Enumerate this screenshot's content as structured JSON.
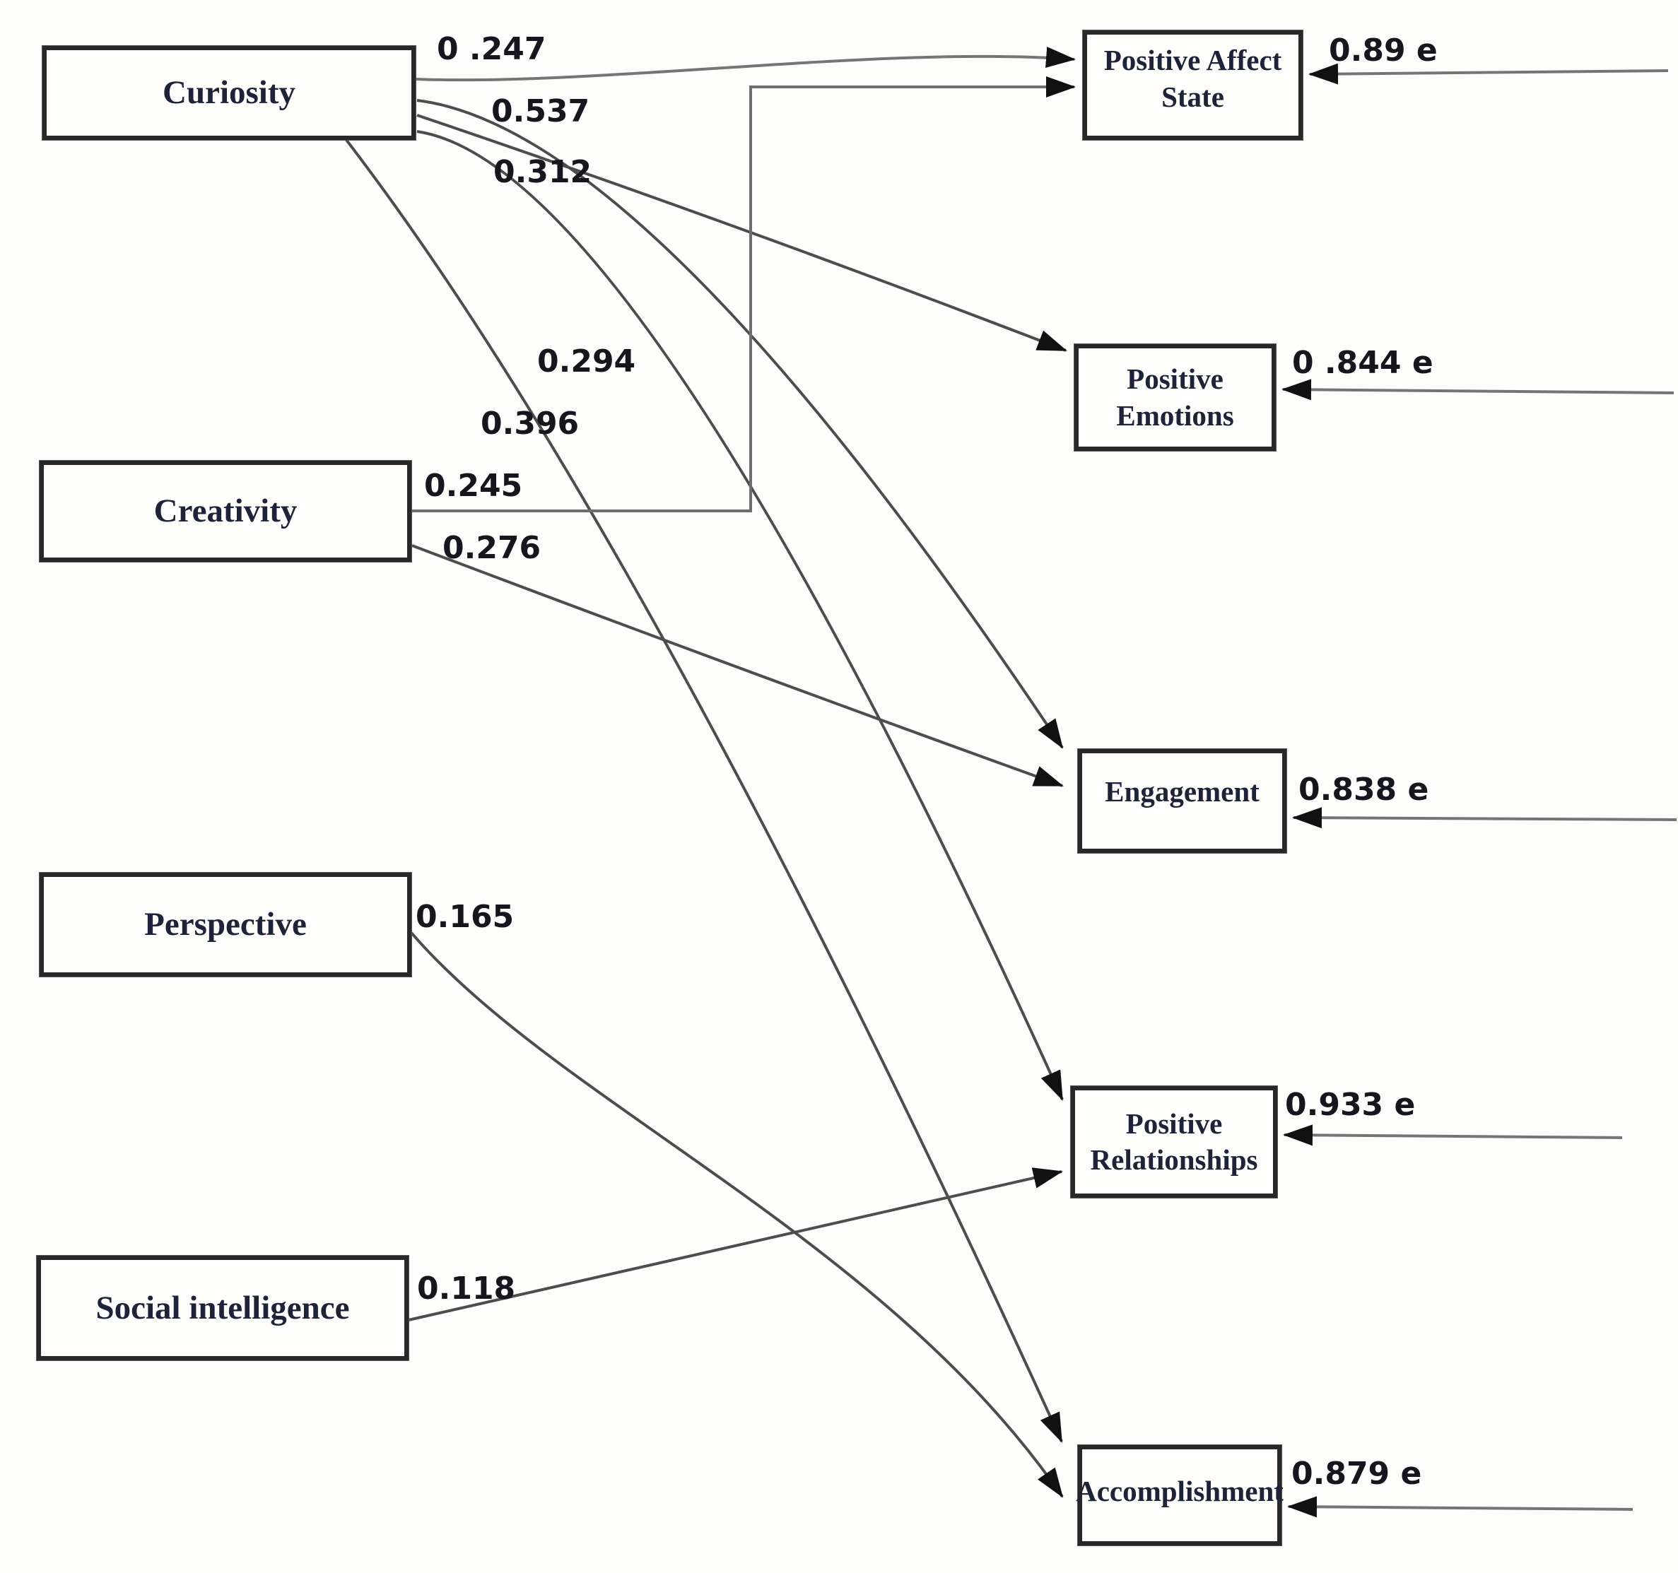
{
  "diagram": {
    "type": "path-analysis",
    "predictors": [
      {
        "label": "Curiosity"
      },
      {
        "label": "Creativity"
      },
      {
        "label": "Perspective"
      },
      {
        "label": "Social intelligence"
      }
    ],
    "outcomes": [
      {
        "label": "Positive Affect State",
        "error_label": "0.89 e",
        "error_value": 0.89
      },
      {
        "label": "Positive Emotions",
        "error_label": "0 .844 e",
        "error_value": 0.844
      },
      {
        "label": "Engagement",
        "error_label": "0.838 e",
        "error_value": 0.838
      },
      {
        "label": "Positive Relationships",
        "error_label": "0.933 e",
        "error_value": 0.933
      },
      {
        "label": "Accomplishment",
        "error_label": "0.879 e",
        "error_value": 0.879
      }
    ],
    "paths": [
      {
        "from": "Curiosity",
        "to": "Positive Affect State",
        "coefficient": "0 .247",
        "value": 0.247
      },
      {
        "from": "Curiosity",
        "to": "Engagement",
        "coefficient": "0.537",
        "value": 0.537
      },
      {
        "from": "Curiosity",
        "to": "Positive Emotions",
        "coefficient": "0.312",
        "value": 0.312
      },
      {
        "from": "Curiosity",
        "to": "Positive Relationships",
        "coefficient": "0.294",
        "value": 0.294
      },
      {
        "from": "Curiosity",
        "to": "Accomplishment",
        "coefficient": "0.396",
        "value": 0.396
      },
      {
        "from": "Creativity",
        "to": "Positive Affect State",
        "coefficient": "0.245",
        "value": 0.245
      },
      {
        "from": "Creativity",
        "to": "Engagement",
        "coefficient": "0.276",
        "value": 0.276
      },
      {
        "from": "Perspective",
        "to": "Accomplishment",
        "coefficient": "0.165",
        "value": 0.165
      },
      {
        "from": "Social intelligence",
        "to": "Positive Relationships",
        "coefficient": "0.118",
        "value": 0.118
      }
    ],
    "colors": {
      "line": "#4d4d4d",
      "light_line": "#757575",
      "arrowhead": "#111111",
      "box_border": "#282828",
      "box_text": "#1d2338",
      "label_text": "#16161f",
      "background": "#fdfdfc"
    }
  }
}
